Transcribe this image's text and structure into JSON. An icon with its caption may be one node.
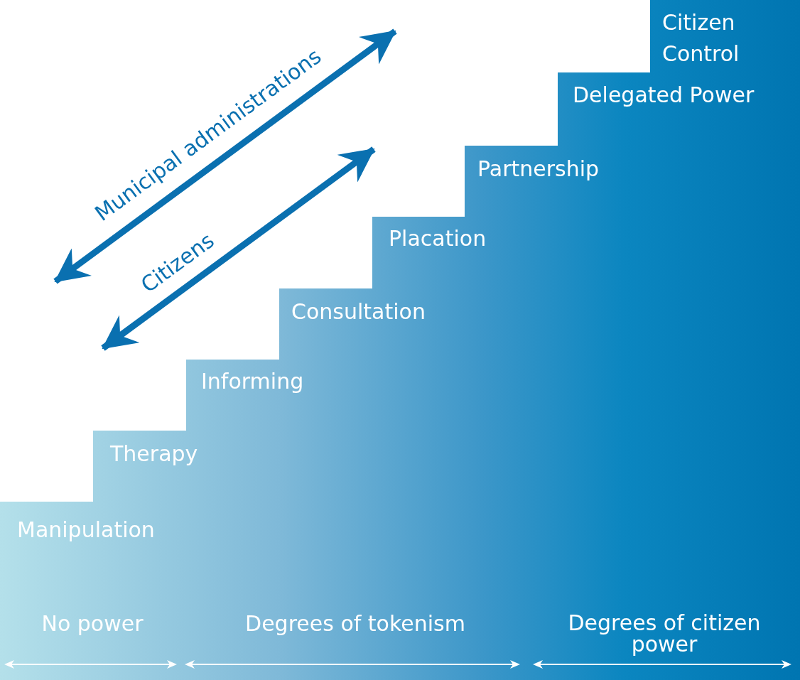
{
  "diagram": {
    "labels": [
      "Citizen Control",
      "Municipal administrations",
      "Delegated Power",
      "Partnership",
      "Citizens",
      "Placation",
      "Consultation",
      "Informing",
      "Therapy",
      "Manipulation",
      "No power",
      "Degrees of tokenism",
      "Degrees of citizen power"
    ]
  }
}
